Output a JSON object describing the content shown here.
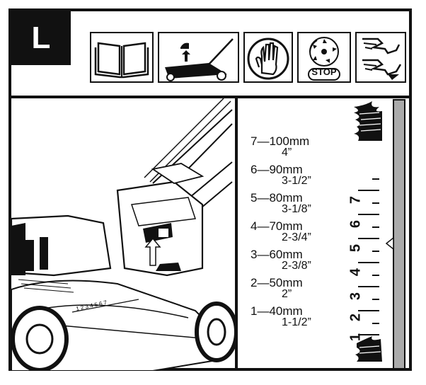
{
  "section_letter": "L",
  "symbols": [
    {
      "name": "read-manual-icon"
    },
    {
      "name": "height-adjust-icon"
    },
    {
      "name": "gloves-icon"
    },
    {
      "name": "blade-stop-icon",
      "label": "STOP"
    },
    {
      "name": "hand-hazard-icon"
    }
  ],
  "height_settings": [
    {
      "level": "7",
      "mm": "100mm",
      "inch": "4”"
    },
    {
      "level": "6",
      "mm": "90mm",
      "inch": "3-1/2”"
    },
    {
      "level": "5",
      "mm": "80mm",
      "inch": "3-1/8”"
    },
    {
      "level": "4",
      "mm": "70mm",
      "inch": "2-3/4”"
    },
    {
      "level": "3",
      "mm": "60mm",
      "inch": "2-3/8”"
    },
    {
      "level": "2",
      "mm": "50mm",
      "inch": "2”"
    },
    {
      "level": "1",
      "mm": "40mm",
      "inch": "1-1/2”"
    }
  ],
  "gauge_numbers": [
    "7",
    "6",
    "5",
    "4",
    "3",
    "2",
    "1"
  ],
  "lever_scale_text": "1 2 3 4 5 6 7",
  "current_level": "5"
}
